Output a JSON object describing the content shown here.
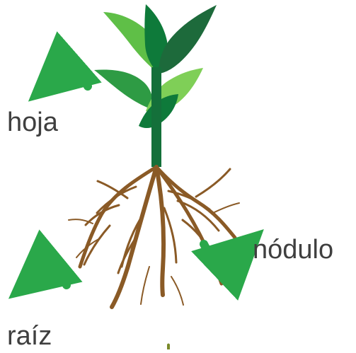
{
  "labels": {
    "leaf": "hoja",
    "nodule": "nódulo",
    "root": "raíz"
  },
  "colors": {
    "leaf_dark": "#0e7a3a",
    "leaf_mid": "#2e9b44",
    "leaf_light": "#5fbf47",
    "leaf_shadow": "#1d5e32",
    "stem": "#14703a",
    "root": "#8a5a26",
    "arrow": "#2aa84a",
    "label_text": "#3f3f3f"
  },
  "icons": {
    "leaf_pointer": "curved-arrow-icon",
    "nodule_pointer": "curved-arrow-icon",
    "root_pointer": "curved-arrow-icon"
  }
}
